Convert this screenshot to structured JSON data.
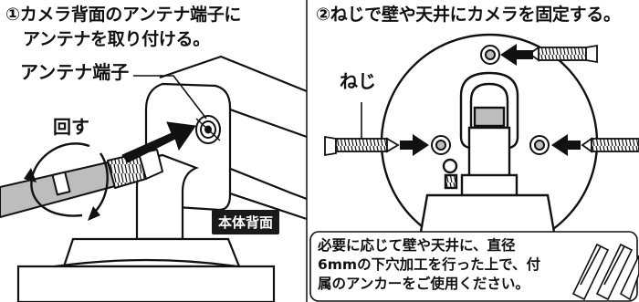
{
  "left_panel": {
    "step_line1": "①カメラ背面のアンテナ端子に",
    "step_line2": "アンテナを取り付ける。",
    "antenna_terminal_label": "アンテナ端子",
    "turn_label": "回す",
    "back_label": "本体背面"
  },
  "right_panel": {
    "step_title": "②ねじで壁や天井にカメラを固定する。",
    "screw_label": "ねじ",
    "note_line1": "必要に応じて壁や天井に、直径",
    "note_line2": "6mmの下穴加工を行った上で、付",
    "note_line3": "属のアンカーをご使用ください。"
  },
  "colors": {
    "ink": "#111111",
    "gray_part": "#bdbdbd",
    "back_label_bg": "#1a1a1a"
  }
}
